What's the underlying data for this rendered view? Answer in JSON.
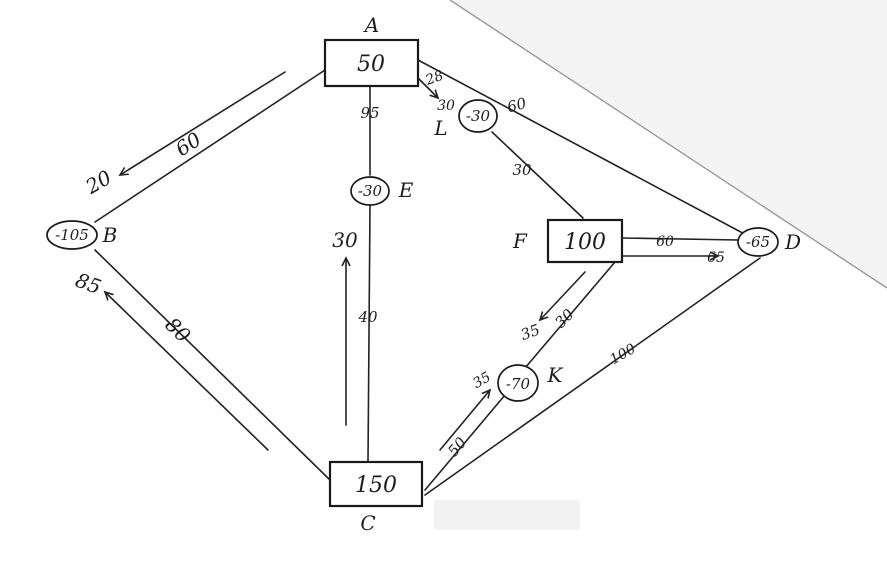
{
  "nodes": {
    "A": {
      "label": "A",
      "value": "50"
    },
    "B": {
      "label": "B",
      "value": "-105"
    },
    "C": {
      "label": "C",
      "value": "150"
    },
    "D": {
      "label": "D",
      "value": "-65"
    },
    "E": {
      "label": "E",
      "value": "-30"
    },
    "F": {
      "label": "F",
      "value": "100"
    },
    "K": {
      "label": "K",
      "value": "-70"
    },
    "L": {
      "label": "L",
      "value": "-30"
    }
  },
  "edges": {
    "AB": {
      "cost": "60",
      "flow": "20"
    },
    "AE": {
      "cost": "95"
    },
    "EC": {
      "cost": "40",
      "flow": "30"
    },
    "AL": {
      "cost": "28",
      "flow": "30"
    },
    "AD": {
      "cost": "60"
    },
    "LF": {
      "cost": "30"
    },
    "FD": {
      "cost": "60",
      "flow": "65"
    },
    "FK": {
      "cost": "30",
      "flow": "35"
    },
    "BC": {
      "cost": "80",
      "flow": "85"
    },
    "CK": {
      "cost": "50",
      "flow": "35"
    },
    "CD": {
      "cost": "100"
    }
  },
  "colors": {
    "ink": "#222222",
    "paper": "#ffffff"
  }
}
